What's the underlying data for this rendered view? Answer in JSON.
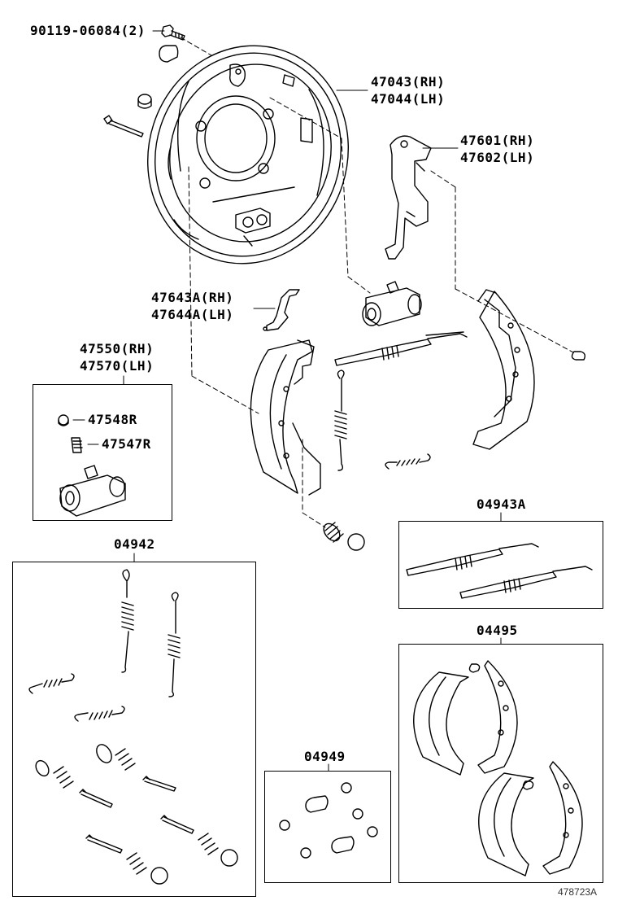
{
  "labels": {
    "bolt": "90119-06084(2)",
    "backing_plate_rh": "47043(RH)",
    "backing_plate_lh": "47044(LH)",
    "lever_rh": "47601(RH)",
    "lever_lh": "47602(LH)",
    "bracket_rh": "47643A(RH)",
    "bracket_lh": "47644A(LH)",
    "cylinder_rh": "47550(RH)",
    "cylinder_lh": "47570(LH)",
    "cap": "47548R",
    "bleeder": "47547R",
    "spring_kit": "04942",
    "adjuster_kit": "04943A",
    "shoe_kit": "04495",
    "cylinder_kit": "04949"
  },
  "reference": "478723A"
}
